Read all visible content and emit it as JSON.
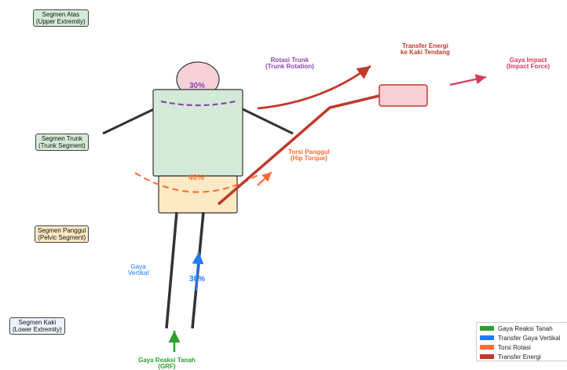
{
  "segments": {
    "upper": {
      "line1": "Segmen Atas",
      "line2": "(Upper Extremity)"
    },
    "trunk": {
      "line1": "Segmen Trunk",
      "line2": "(Trunk Segment)"
    },
    "pelvic": {
      "line1": "Segmen Panggul",
      "line2": "(Pelvic Segment)"
    },
    "lower": {
      "line1": "Segmen Kaki",
      "line2": "(Lower Extremity)"
    }
  },
  "annotations": {
    "trunk_rotation": {
      "line1": "Rotasi Trunk",
      "line2": "(Trunk Rotation)"
    },
    "energy_transfer": {
      "line1": "Transfer Energi",
      "line2": "ke Kaki Tendang"
    },
    "impact_force": {
      "line1": "Gaya Impact",
      "line2": "(Impact Force)"
    },
    "hip_torque": {
      "line1": "Torsi Panggul",
      "line2": "(Hip Torque)"
    },
    "vertical_force": {
      "line1": "Gaya",
      "line2": "Vertikal"
    },
    "grf": {
      "line1": "Gaya Reaksi Tanah",
      "line2": "(GRF)"
    }
  },
  "percentages": {
    "head": "30%",
    "pelvis": "40%",
    "leg": "30%"
  },
  "legend": [
    {
      "label": "Gaya Reaksi Tanah",
      "color": "#2ca02c"
    },
    {
      "label": "Transfer Gaya Vertikal",
      "color": "#1e7bff"
    },
    {
      "label": "Torsi Rotasi",
      "color": "#ff6a33"
    },
    {
      "label": "Transfer Energi",
      "color": "#c0392b"
    }
  ],
  "colors": {
    "grf": "#2ca02c",
    "vertical": "#1e7bff",
    "torque": "#ff6a33",
    "energy": "#c0392b",
    "rotation_text": "#8e44ad",
    "impact": "#d63c5a",
    "trunk_fill": "#d4ead8",
    "pelvis_fill": "#fde9c4",
    "head_fill": "#f5d0d7",
    "foot_fill": "#f5d0d7"
  }
}
